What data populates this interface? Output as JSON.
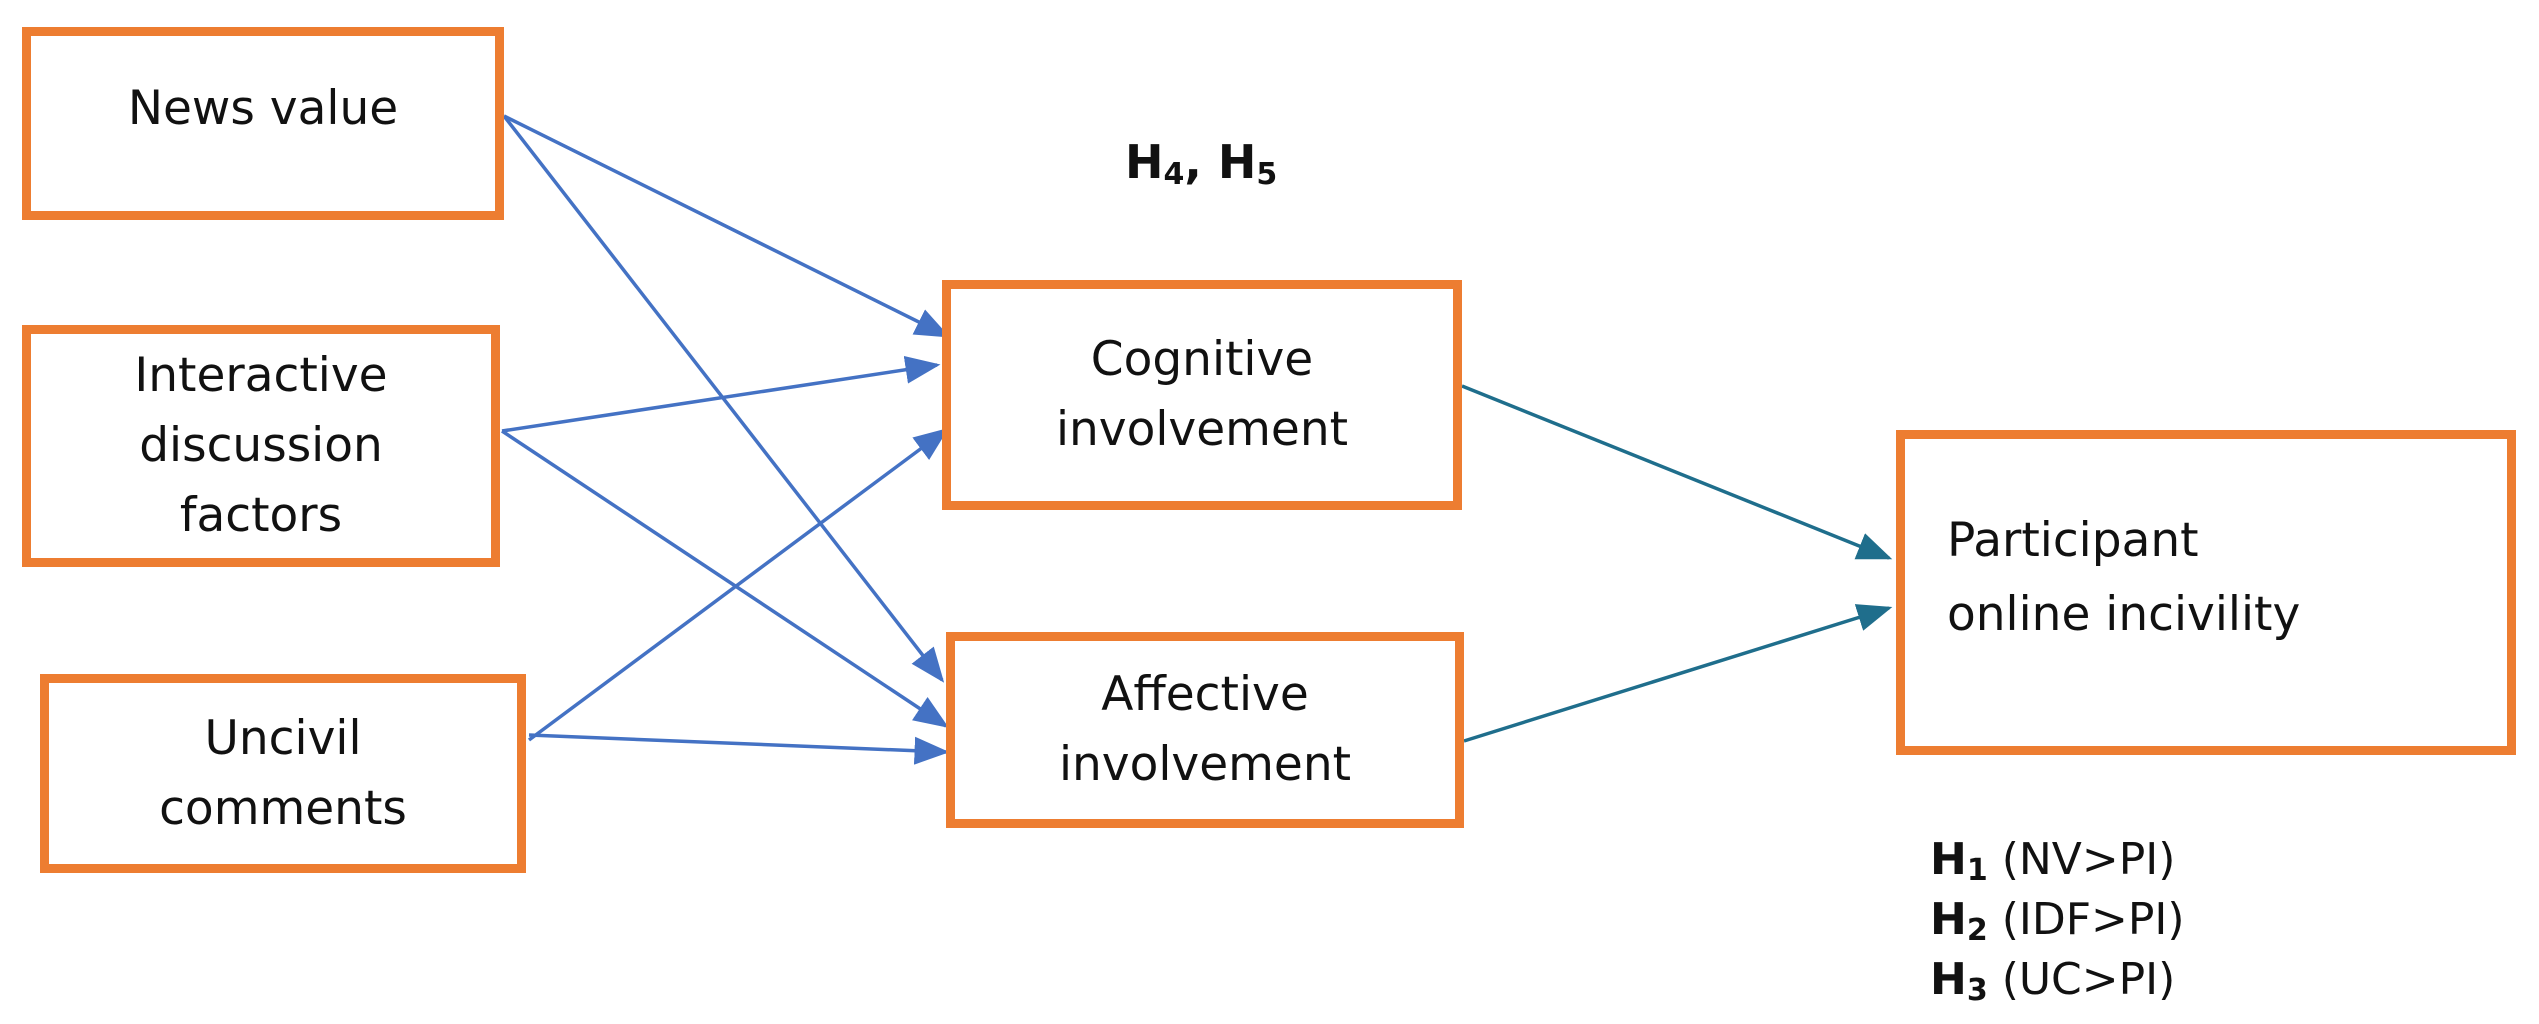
{
  "boxes": {
    "news_value": {
      "lines": [
        "News value"
      ]
    },
    "interactive_discussion": {
      "lines": [
        "Interactive",
        "discussion",
        "factors"
      ]
    },
    "uncivil_comments": {
      "lines": [
        "Uncivil",
        "comments"
      ]
    },
    "cognitive": {
      "lines": [
        "Cognitive",
        "involvement"
      ]
    },
    "affective": {
      "lines": [
        "Affective",
        "involvement"
      ]
    },
    "participant": {
      "lines": [
        "Participant",
        "online incivility"
      ]
    }
  },
  "hypotheses": {
    "mediation": [
      {
        "letter": "H",
        "sub": "4",
        "sep": ", "
      },
      {
        "letter": "H",
        "sub": "5",
        "sep": ""
      }
    ],
    "direct": [
      {
        "letter": "H",
        "sub": "1",
        "text": " (NV>PI)"
      },
      {
        "letter": "H",
        "sub": "2",
        "text": " (IDF>PI)"
      },
      {
        "letter": "H",
        "sub": "3",
        "text": " (UC>PI)"
      }
    ]
  },
  "colors": {
    "box_border": "#ED7D31",
    "arrow_blue": "#4472C4",
    "arrow_teal": "#1F6E8C"
  }
}
